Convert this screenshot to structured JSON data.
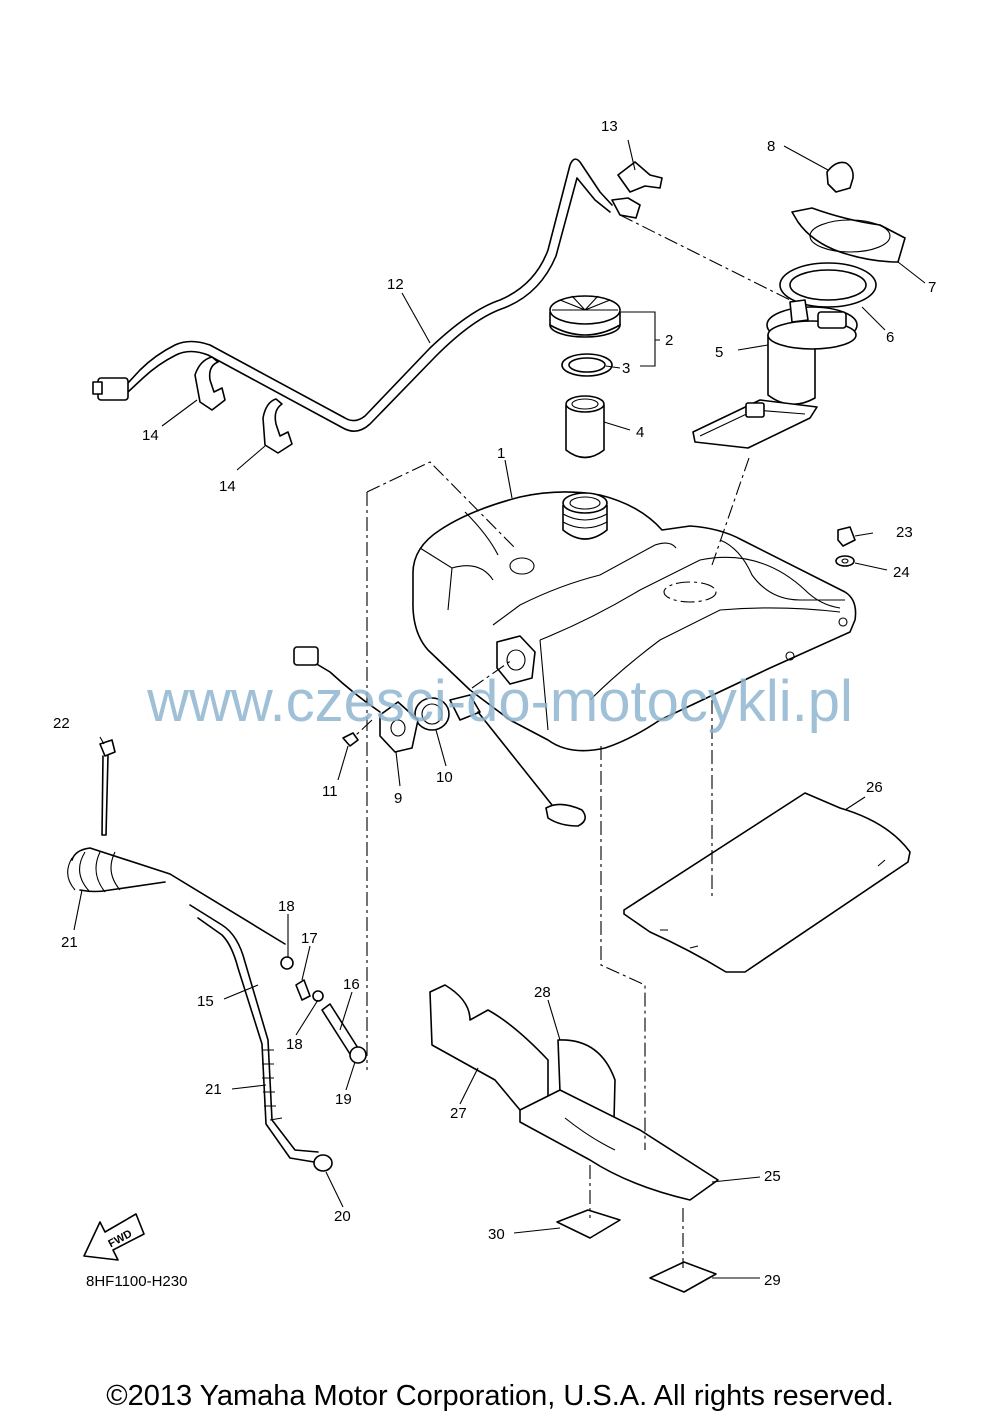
{
  "diagram": {
    "code": "8HF1100-H230",
    "watermark": "www.czesci-do-motocykli.pl",
    "copyright": "©2013 Yamaha Motor Corporation, U.S.A. All rights reserved.",
    "fwd_label": "FWD",
    "part_labels": [
      "1",
      "2",
      "3",
      "4",
      "5",
      "6",
      "7",
      "8",
      "9",
      "10",
      "11",
      "12",
      "13",
      "14",
      "14",
      "15",
      "16",
      "17",
      "18",
      "18",
      "19",
      "20",
      "21",
      "21",
      "22",
      "23",
      "24",
      "25",
      "26",
      "27",
      "28",
      "29",
      "30"
    ]
  }
}
